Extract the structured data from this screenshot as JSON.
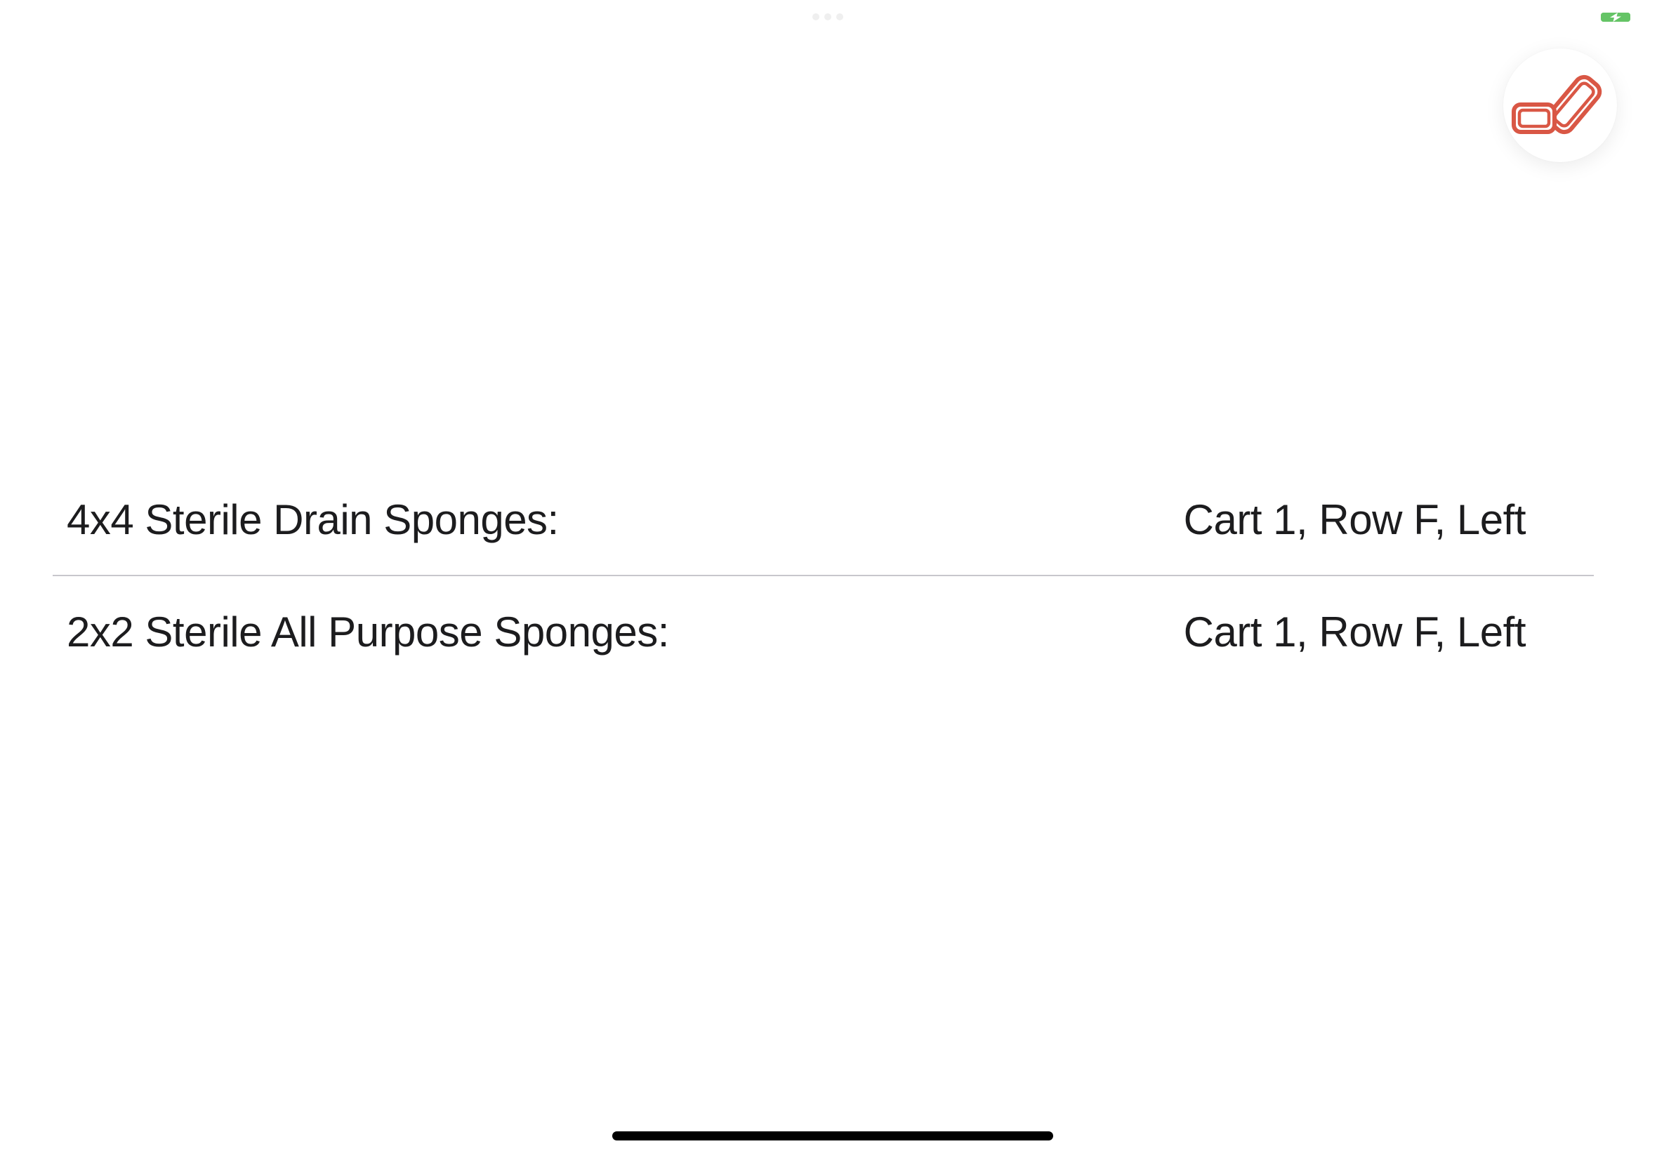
{
  "status_bar": {
    "battery": {
      "state": "charging",
      "color": "#65C466"
    },
    "multitask_menu_icon": "ellipsis-dots"
  },
  "toolbar": {
    "sponges_button": {
      "icon": "two-sponges",
      "color": "#D95745"
    }
  },
  "inventory": {
    "rows": [
      {
        "label": "4x4 Sterile Drain Sponges:",
        "location": "Cart 1, Row F, Left"
      },
      {
        "label": "2x2 Sterile All Purpose Sponges:",
        "location": "Cart 1, Row F, Left"
      }
    ]
  },
  "colors": {
    "background": "#FFFFFF",
    "text": "#1C1C1E",
    "divider": "#C8C7CC",
    "home_indicator": "#000000",
    "status_dots": "#EFEFEF"
  }
}
